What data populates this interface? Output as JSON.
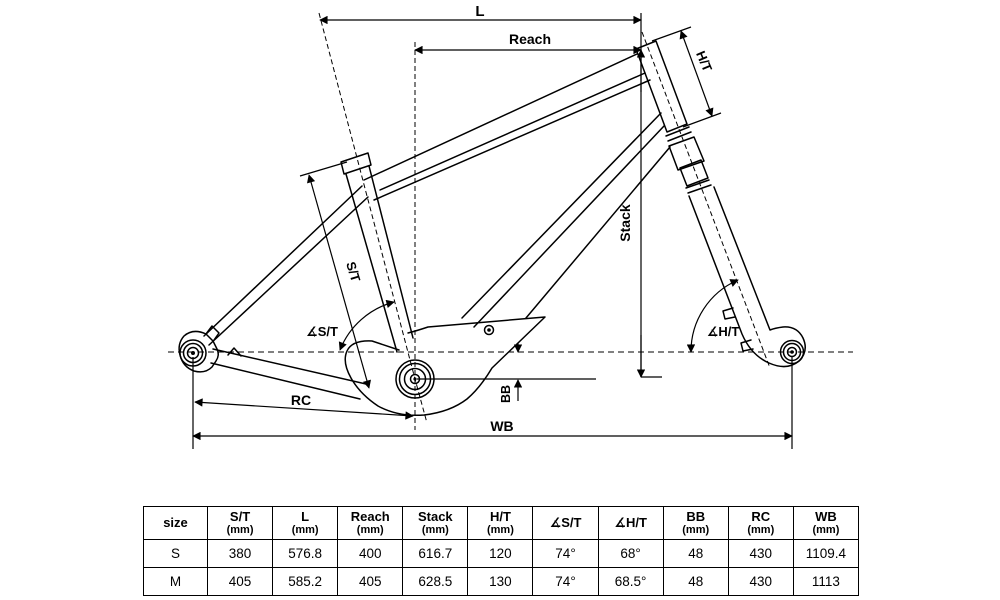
{
  "diagram": {
    "labels": {
      "length": "L",
      "reach": "Reach",
      "head_tube": "H/T",
      "stack": "Stack",
      "seat_tube": "S/T",
      "seat_tube_angle": "∡S/T",
      "head_tube_angle": "∡H/T",
      "bb_drop": "BB",
      "rear_center": "RC",
      "wheelbase": "WB"
    },
    "line_color": "#000000",
    "background": "#ffffff"
  },
  "table": {
    "columns": [
      {
        "label": "size",
        "unit": ""
      },
      {
        "label": "S/T",
        "unit": "(mm)"
      },
      {
        "label": "L",
        "unit": "(mm)"
      },
      {
        "label": "Reach",
        "unit": "(mm)"
      },
      {
        "label": "Stack",
        "unit": "(mm)"
      },
      {
        "label": "H/T",
        "unit": "(mm)"
      },
      {
        "label": "∡S/T",
        "unit": ""
      },
      {
        "label": "∡H/T",
        "unit": ""
      },
      {
        "label": "BB",
        "unit": "(mm)"
      },
      {
        "label": "RC",
        "unit": "(mm)"
      },
      {
        "label": "WB",
        "unit": "(mm)"
      }
    ],
    "rows": [
      [
        "S",
        "380",
        "576.8",
        "400",
        "616.7",
        "120",
        "74°",
        "68°",
        "48",
        "430",
        "1109.4"
      ],
      [
        "M",
        "405",
        "585.2",
        "405",
        "628.5",
        "130",
        "74°",
        "68.5°",
        "48",
        "430",
        "1113"
      ]
    ]
  }
}
